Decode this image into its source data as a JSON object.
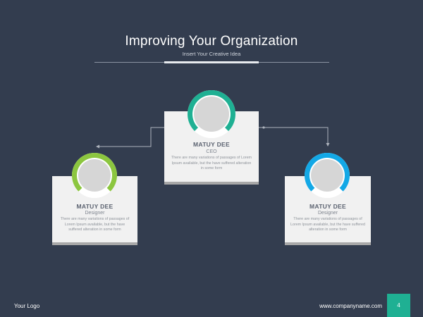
{
  "slide": {
    "title": "Improving Your Organization",
    "subtitle": "Insert Your Creative Idea"
  },
  "colors": {
    "background": "#333d4f",
    "ceo_accent": "#1fb093",
    "left_accent": "#8cc63f",
    "right_accent": "#13a8e6",
    "card": "#f1f1f1"
  },
  "ceo": {
    "name": "MATUY DEE",
    "role": "CEO",
    "description": "There are many variations of passages  of Lorem Ipsum available, but the have suffered alteration in some  form"
  },
  "left_member": {
    "name": "MATUY DEE",
    "role": "Designer",
    "description": "There are many variations of passages  of Lorem Ipsum available, but the have suffered alteration in some  form"
  },
  "right_member": {
    "name": "MATUY DEE",
    "role": "Designer",
    "description": "There are many variations of passages  of Lorem Ipsum available, but the have suffered alteration in some  form"
  },
  "footer": {
    "logo": "Your Logo",
    "url": "www.companyname.com",
    "page_number": "4"
  }
}
